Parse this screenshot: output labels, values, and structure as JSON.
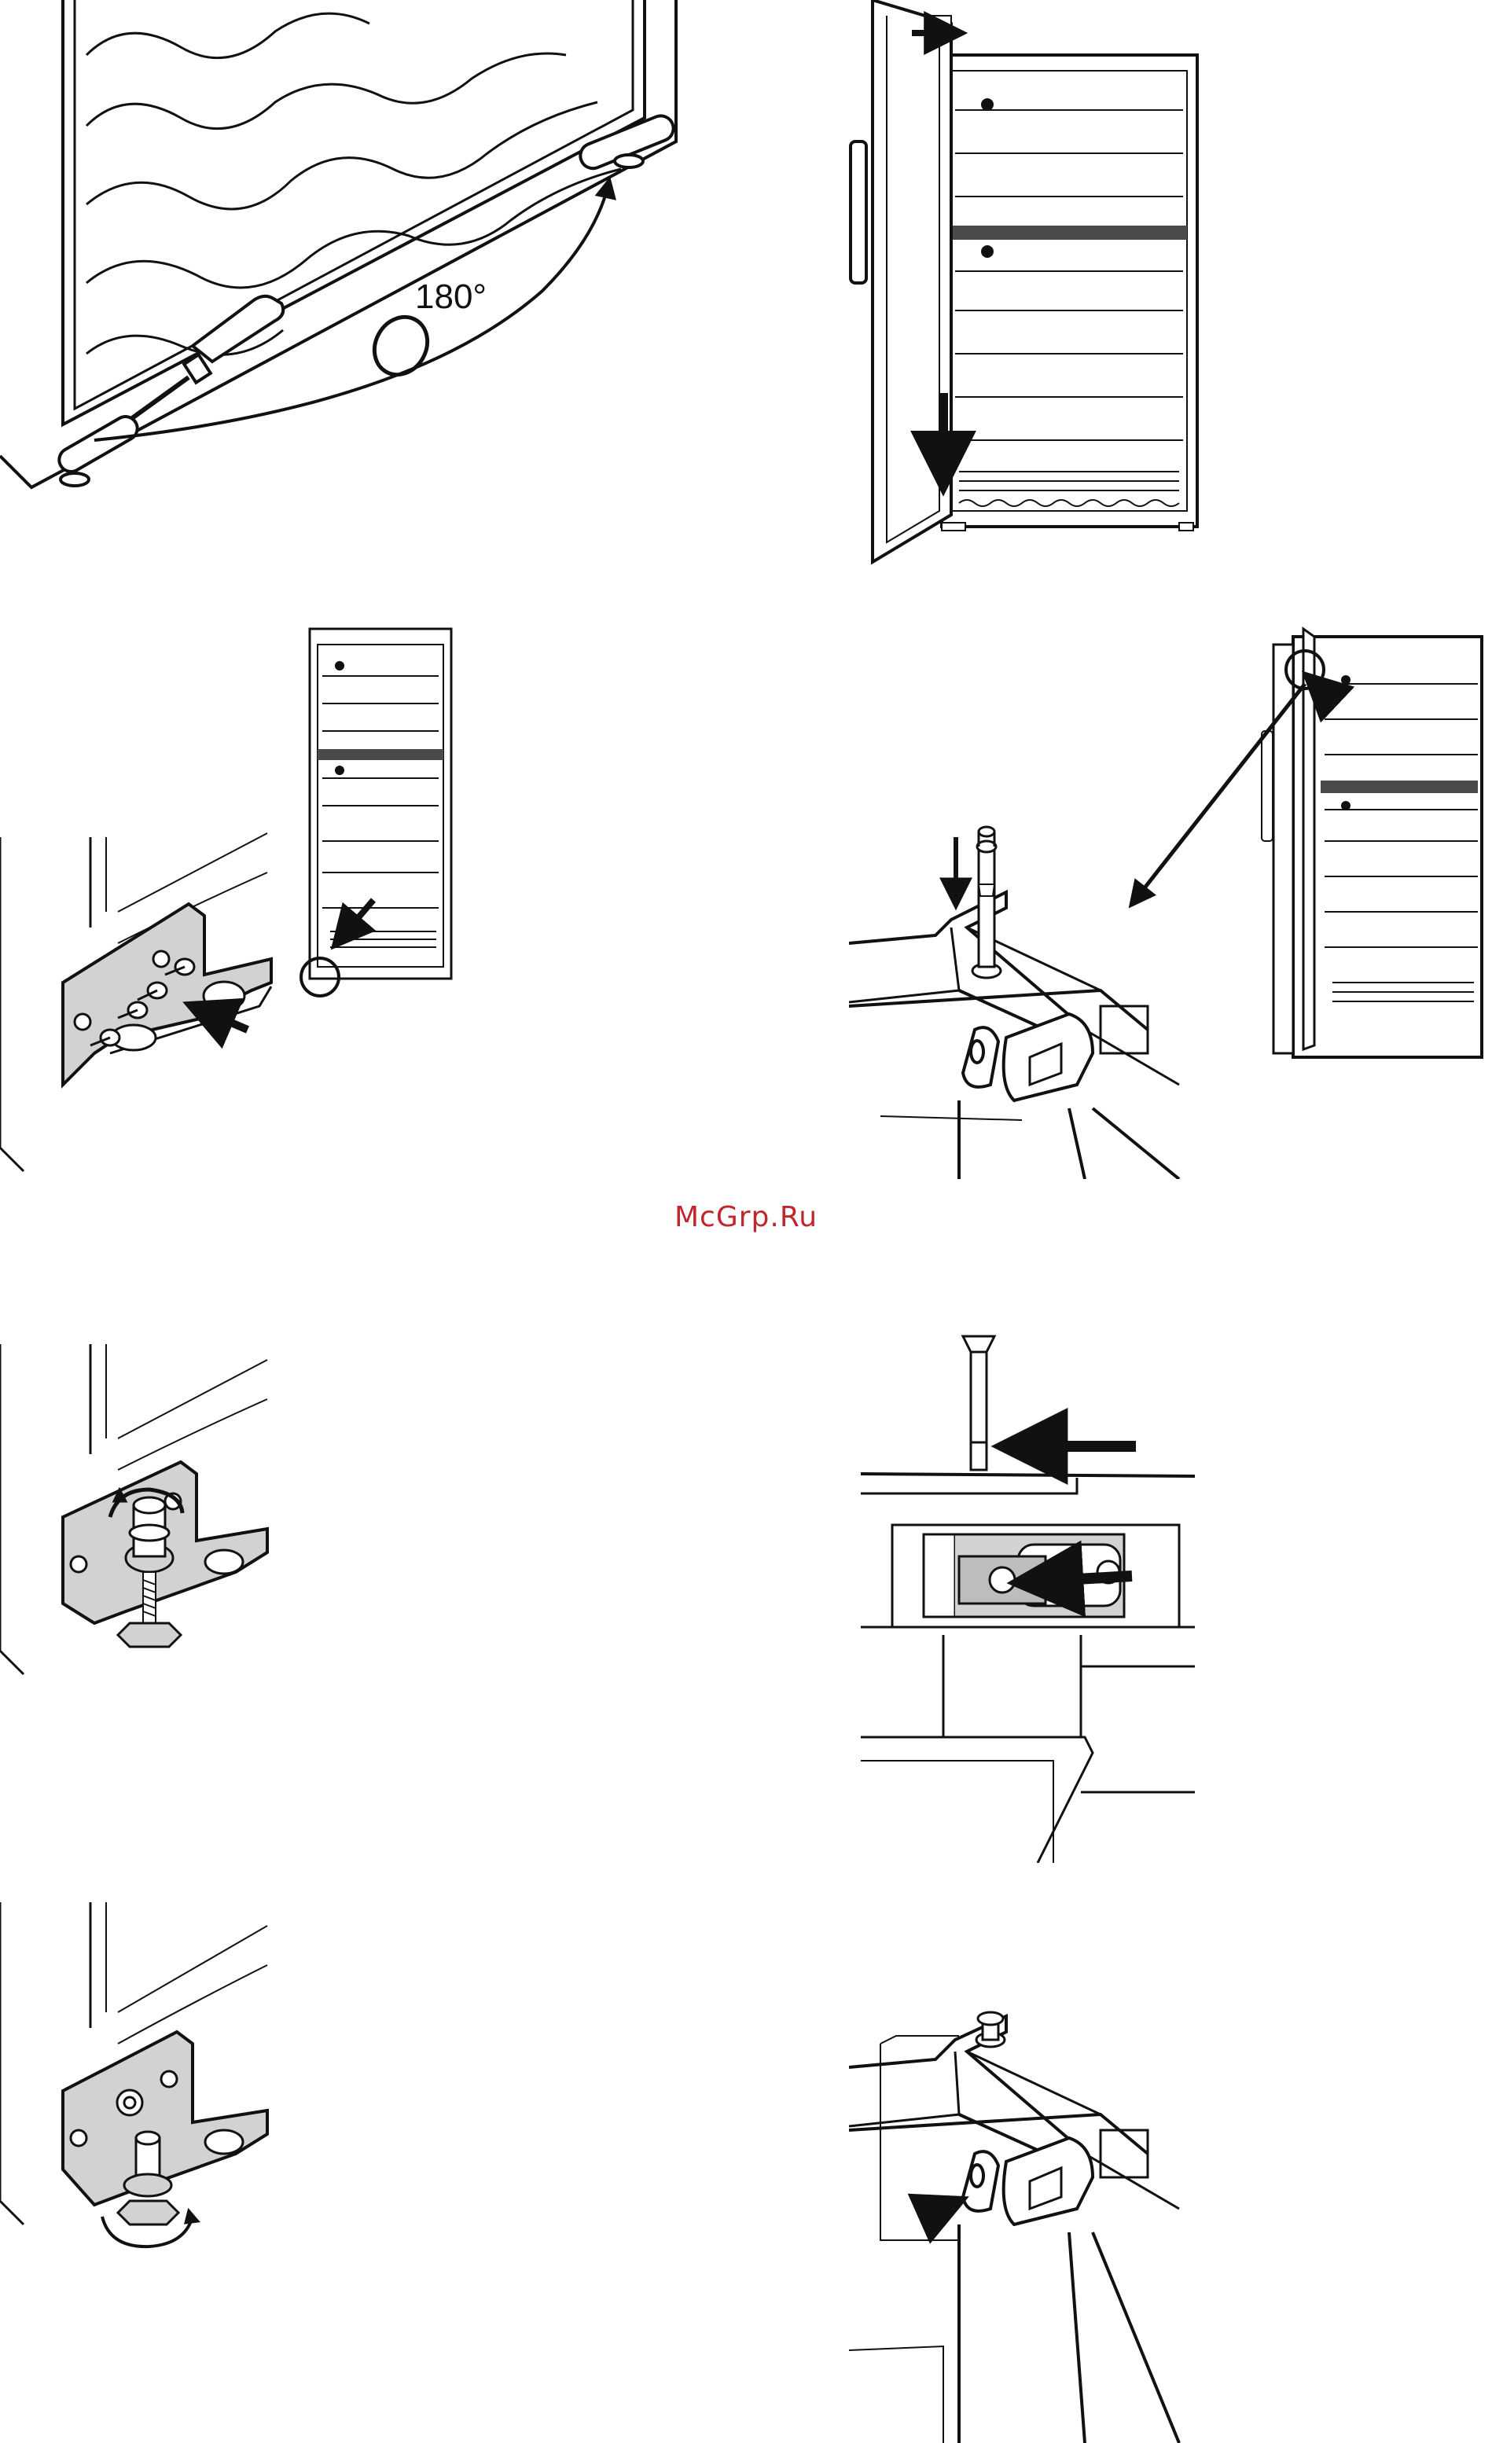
{
  "figure": {
    "watermark": "McGrp.Ru",
    "rotation_label": "180°",
    "panel_brand": "",
    "colors": {
      "line": "#111111",
      "steel": "#d2d2d2",
      "dark_band": "#4a4a4a",
      "watermark": "#c0272d"
    }
  },
  "panels": [
    {
      "id": "rotate-foot",
      "icon": "screwdriver-icon"
    },
    {
      "id": "open-door-remove",
      "icon": "down-arrow-icon"
    },
    {
      "id": "bottom-hinge-bracket",
      "icon": "screw-icon"
    },
    {
      "id": "insert-hinge-pin",
      "icon": "pin-icon"
    },
    {
      "id": "mount-bolt-bracket",
      "icon": "bolt-icon"
    },
    {
      "id": "slide-hinge-block",
      "icon": "right-arrow-icon"
    },
    {
      "id": "tighten-foot",
      "icon": "rotate-arrow-icon"
    },
    {
      "id": "cover-screw",
      "icon": "screw-icon"
    }
  ]
}
